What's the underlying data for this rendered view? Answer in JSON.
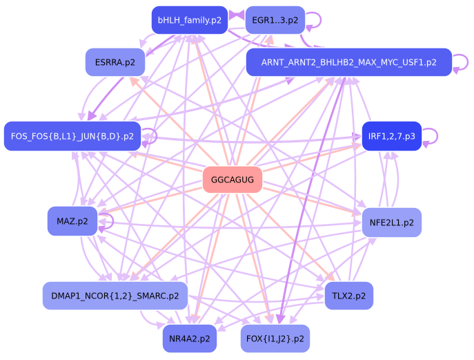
{
  "diagram": {
    "type": "network-graph",
    "colors": {
      "edge_light_purple": "#e3c2fb",
      "edge_purple": "#cf8ef5",
      "edge_pink": "#ffc2c2",
      "center_fill": "#ff9e9e",
      "node_stroke": "#ffffff"
    },
    "nodes": [
      {
        "id": "bhlh",
        "label": "bHLH_family.p2",
        "fill": "#4a55f0",
        "text": "#ffffff"
      },
      {
        "id": "egr1",
        "label": "EGR1..3.p2",
        "fill": "#7b86f4",
        "text": "#000000"
      },
      {
        "id": "esrra",
        "label": "ESRRA.p2",
        "fill": "#8891f5",
        "text": "#000000"
      },
      {
        "id": "arnt",
        "label": "ARNT_ARNT2_BHLHB2_MAX_MYC_USF1.p2",
        "fill": "#5560f2",
        "text": "#ffffff"
      },
      {
        "id": "fos",
        "label": "FOS_FOS{B,L1}_JUN{B,D}.p2",
        "fill": "#5660f2",
        "text": "#ffffff"
      },
      {
        "id": "irf",
        "label": "IRF1,2,7.p3",
        "fill": "#3545f5",
        "text": "#ffffff"
      },
      {
        "id": "center",
        "label": "GGCAGUG",
        "fill": "#ff9e9e",
        "text": "#000000"
      },
      {
        "id": "maz",
        "label": "MAZ.p2",
        "fill": "#7d86f5",
        "text": "#000000"
      },
      {
        "id": "nfe2l1",
        "label": "NFE2L1.p2",
        "fill": "#98a0f7",
        "text": "#000000"
      },
      {
        "id": "dmap1",
        "label": "DMAP1_NCOR{1,2}_SMARC.p2",
        "fill": "#97a0f7",
        "text": "#000000"
      },
      {
        "id": "tlx2",
        "label": "TLX2.p2",
        "fill": "#838cf6",
        "text": "#000000"
      },
      {
        "id": "nr4a2",
        "label": "NR4A2.p2",
        "fill": "#7780f4",
        "text": "#000000"
      },
      {
        "id": "fox",
        "label": "FOX{I1,J2}.p2",
        "fill": "#8f98f6",
        "text": "#000000"
      }
    ],
    "edges": [
      {
        "from": "center",
        "to": "bhlh",
        "kind": "pink"
      },
      {
        "from": "center",
        "to": "egr1",
        "kind": "pink"
      },
      {
        "from": "center",
        "to": "esrra",
        "kind": "pink"
      },
      {
        "from": "center",
        "to": "arnt",
        "kind": "pink"
      },
      {
        "from": "center",
        "to": "fos",
        "kind": "pink"
      },
      {
        "from": "center",
        "to": "irf",
        "kind": "pink"
      },
      {
        "from": "center",
        "to": "maz",
        "kind": "pink"
      },
      {
        "from": "center",
        "to": "nfe2l1",
        "kind": "pink"
      },
      {
        "from": "center",
        "to": "dmap1",
        "kind": "pink"
      },
      {
        "from": "center",
        "to": "tlx2",
        "kind": "pink"
      },
      {
        "from": "center",
        "to": "nr4a2",
        "kind": "pink"
      },
      {
        "from": "center",
        "to": "fox",
        "kind": "pink"
      },
      {
        "from": "egr1",
        "to": "bhlh",
        "kind": "purple"
      },
      {
        "from": "bhlh",
        "to": "egr1",
        "kind": "purple"
      },
      {
        "from": "bhlh",
        "to": "arnt",
        "kind": "purple"
      },
      {
        "from": "egr1",
        "to": "arnt",
        "kind": "purple"
      },
      {
        "from": "bhlh",
        "to": "esrra",
        "kind": "light"
      },
      {
        "from": "egr1",
        "to": "esrra",
        "kind": "light"
      },
      {
        "from": "fos",
        "to": "arnt",
        "kind": "purple"
      },
      {
        "from": "bhlh",
        "to": "fos",
        "kind": "purple"
      },
      {
        "from": "fos",
        "to": "irf",
        "kind": "purple"
      },
      {
        "from": "irf",
        "to": "fos",
        "kind": "light"
      },
      {
        "from": "bhlh",
        "to": "maz",
        "kind": "light"
      },
      {
        "from": "bhlh",
        "to": "dmap1",
        "kind": "light"
      },
      {
        "from": "bhlh",
        "to": "nr4a2",
        "kind": "light"
      },
      {
        "from": "egr1",
        "to": "maz",
        "kind": "light"
      },
      {
        "from": "egr1",
        "to": "dmap1",
        "kind": "light"
      },
      {
        "from": "egr1",
        "to": "fos",
        "kind": "light"
      },
      {
        "from": "esrra",
        "to": "fos",
        "kind": "light"
      },
      {
        "from": "arnt",
        "to": "maz",
        "kind": "light"
      },
      {
        "from": "arnt",
        "to": "fos",
        "kind": "light"
      },
      {
        "from": "maz",
        "to": "fos",
        "kind": "light"
      },
      {
        "from": "maz",
        "to": "nfe2l1",
        "kind": "light"
      },
      {
        "from": "nfe2l1",
        "to": "maz",
        "kind": "light"
      },
      {
        "from": "maz",
        "to": "tlx2",
        "kind": "light"
      },
      {
        "from": "maz",
        "to": "dmap1",
        "kind": "light"
      },
      {
        "from": "maz",
        "to": "nr4a2",
        "kind": "light"
      },
      {
        "from": "maz",
        "to": "fox",
        "kind": "light"
      },
      {
        "from": "maz",
        "to": "arnt",
        "kind": "light"
      },
      {
        "from": "maz",
        "to": "bhlh",
        "kind": "light"
      },
      {
        "from": "nfe2l1",
        "to": "arnt",
        "kind": "light"
      },
      {
        "from": "nfe2l1",
        "to": "fos",
        "kind": "light"
      },
      {
        "from": "nfe2l1",
        "to": "dmap1",
        "kind": "light"
      },
      {
        "from": "nfe2l1",
        "to": "nr4a2",
        "kind": "light"
      },
      {
        "from": "nfe2l1",
        "to": "fox",
        "kind": "light"
      },
      {
        "from": "nfe2l1",
        "to": "irf",
        "kind": "light"
      },
      {
        "from": "nfe2l1",
        "to": "esrra",
        "kind": "light"
      },
      {
        "from": "dmap1",
        "to": "tlx2",
        "kind": "light"
      },
      {
        "from": "dmap1",
        "to": "arnt",
        "kind": "light"
      },
      {
        "from": "dmap1",
        "to": "nr4a2",
        "kind": "light"
      },
      {
        "from": "tlx2",
        "to": "arnt",
        "kind": "light"
      },
      {
        "from": "tlx2",
        "to": "fos",
        "kind": "light"
      },
      {
        "from": "tlx2",
        "to": "nr4a2",
        "kind": "light"
      },
      {
        "from": "tlx2",
        "to": "irf",
        "kind": "light"
      },
      {
        "from": "tlx2",
        "to": "bhlh",
        "kind": "light"
      },
      {
        "from": "nr4a2",
        "to": "arnt",
        "kind": "light"
      },
      {
        "from": "nr4a2",
        "to": "fos",
        "kind": "light"
      },
      {
        "from": "nr4a2",
        "to": "bhlh",
        "kind": "light"
      },
      {
        "from": "fox",
        "to": "arnt",
        "kind": "light"
      },
      {
        "from": "fox",
        "to": "fos",
        "kind": "light"
      },
      {
        "from": "fox",
        "to": "bhlh",
        "kind": "light"
      },
      {
        "from": "fox",
        "to": "maz",
        "kind": "light"
      },
      {
        "from": "fox",
        "to": "nfe2l1",
        "kind": "light"
      },
      {
        "from": "fox",
        "to": "arnt",
        "kind": "light"
      },
      {
        "from": "arnt",
        "to": "fox",
        "kind": "purple"
      },
      {
        "from": "arnt",
        "to": "dmap1",
        "kind": "light"
      },
      {
        "from": "irf",
        "to": "maz",
        "kind": "light"
      },
      {
        "from": "irf",
        "to": "dmap1",
        "kind": "light"
      },
      {
        "from": "bhlh",
        "to": "fox",
        "kind": "light"
      },
      {
        "from": "egr1",
        "to": "nr4a2",
        "kind": "light"
      },
      {
        "from": "fos",
        "to": "tlx2",
        "kind": "light"
      },
      {
        "from": "fos",
        "to": "nfe2l1",
        "kind": "light"
      },
      {
        "from": "fos",
        "to": "dmap1",
        "kind": "light"
      },
      {
        "from": "fos",
        "to": "fox",
        "kind": "light"
      },
      {
        "from": "esrra",
        "to": "nfe2l1",
        "kind": "light"
      }
    ],
    "self_loops": [
      "egr1",
      "arnt",
      "irf",
      "maz",
      "fos"
    ]
  }
}
